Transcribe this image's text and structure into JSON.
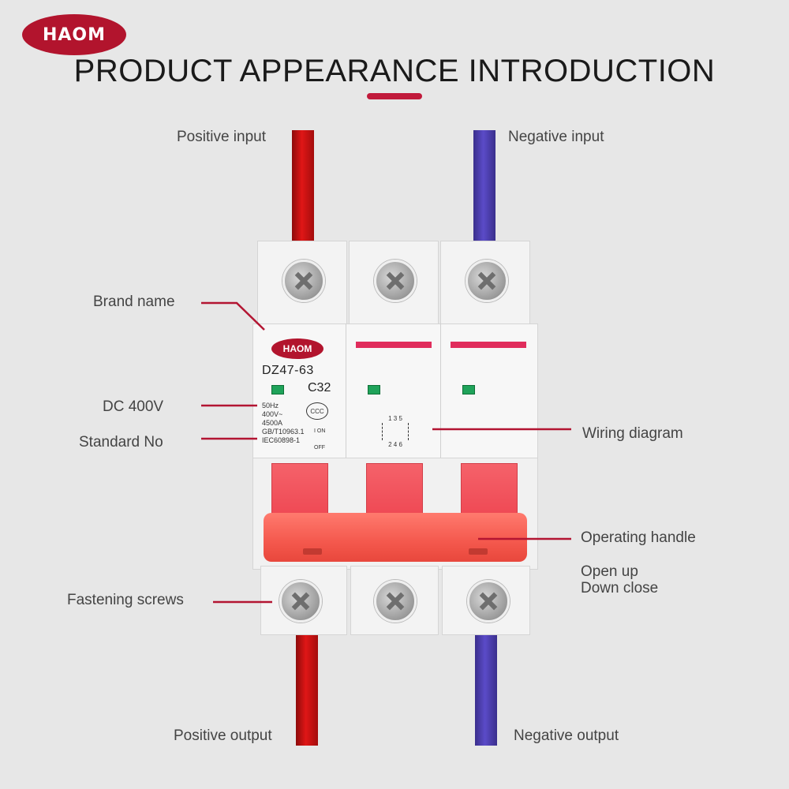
{
  "brand": {
    "logo_text": "HAOM"
  },
  "title": "PRODUCT APPEARANCE INTRODUCTION",
  "labels": {
    "positive_input": "Positive input",
    "negative_input": "Negative input",
    "brand_name": "Brand name",
    "dc_400v": "DC 400V",
    "standard_no": "Standard No",
    "wiring_diagram": "Wiring diagram",
    "operating_handle": "Operating handle",
    "open_up": "Open up",
    "down_close": "Down close",
    "fastening_screws": "Fastening screws",
    "positive_output": "Positive output",
    "negative_output": "Negative output"
  },
  "breaker": {
    "logo_text": "HAOM",
    "model": "DZ47-63",
    "rating": "C32",
    "specs": [
      "50Hz",
      "400V~",
      "4500A",
      "GB/T10963.1",
      "IEC60898-1"
    ],
    "cert": "CCC",
    "switch_on": "I ON",
    "switch_off": "OFF",
    "wiring_top": "1  3  5",
    "wiring_bottom": "2  4  6"
  },
  "colors": {
    "accent": "#b2142d",
    "positive_wire": "#d21414",
    "negative_wire": "#4a3cb0",
    "handle": "#f4584d"
  }
}
